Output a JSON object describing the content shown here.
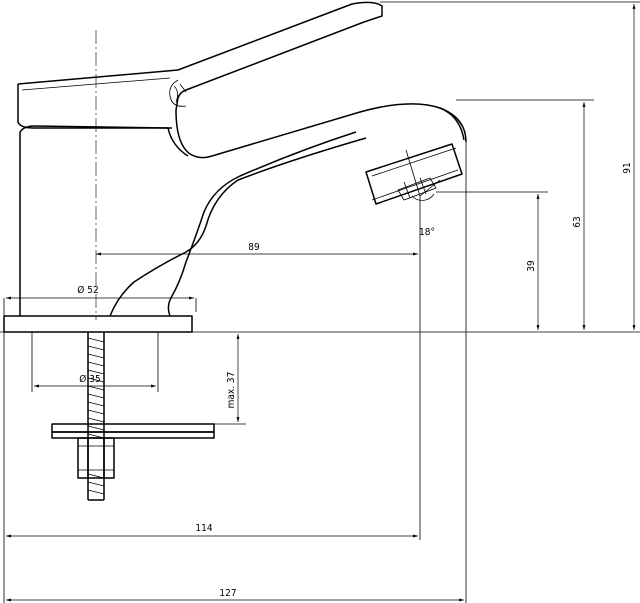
{
  "dimensions": {
    "total_height": "91",
    "spout_height": "63",
    "outlet_height": "39",
    "spout_reach": "89",
    "base_diameter": "Ø 52",
    "hole_diameter": "Ø 35",
    "max_thickness": "max. 37",
    "outlet_reach": "114",
    "total_length": "127",
    "spray_angle": "18°"
  }
}
